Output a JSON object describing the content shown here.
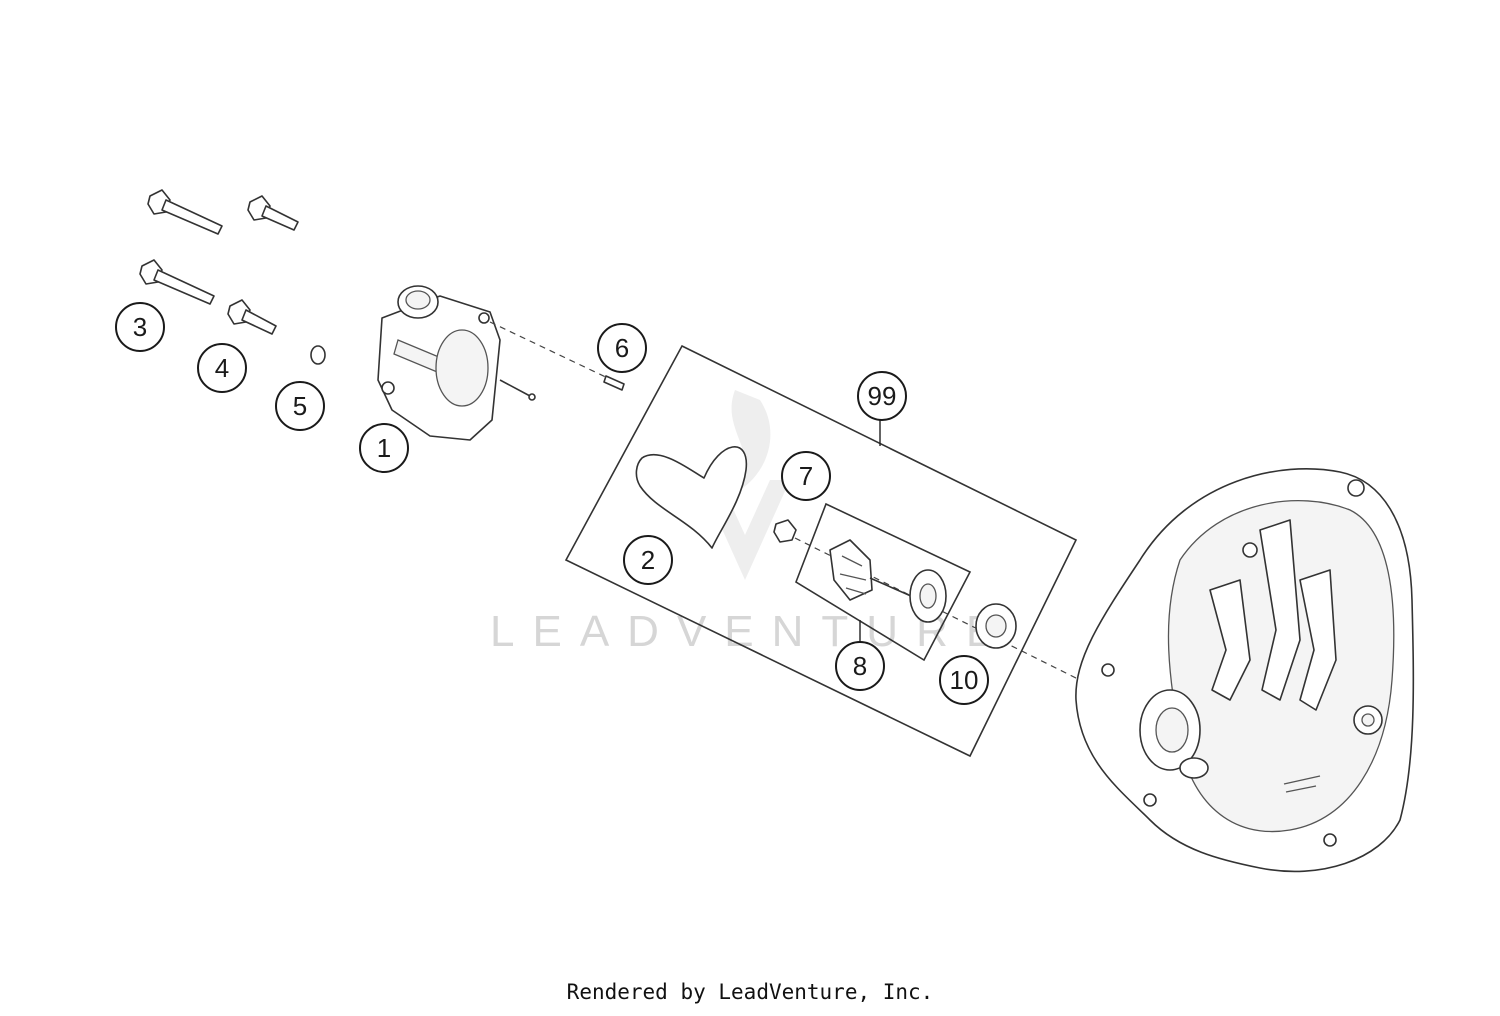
{
  "callouts": {
    "c1": "1",
    "c2": "2",
    "c3": "3",
    "c4": "4",
    "c5": "5",
    "c6": "6",
    "c7": "7",
    "c8": "8",
    "c10": "10",
    "c99": "99"
  },
  "watermark": "LEADVENTURE",
  "footer": "Rendered by LeadVenture, Inc.",
  "colors": {
    "line": "#333333",
    "watermark": "#d6d6d6"
  }
}
